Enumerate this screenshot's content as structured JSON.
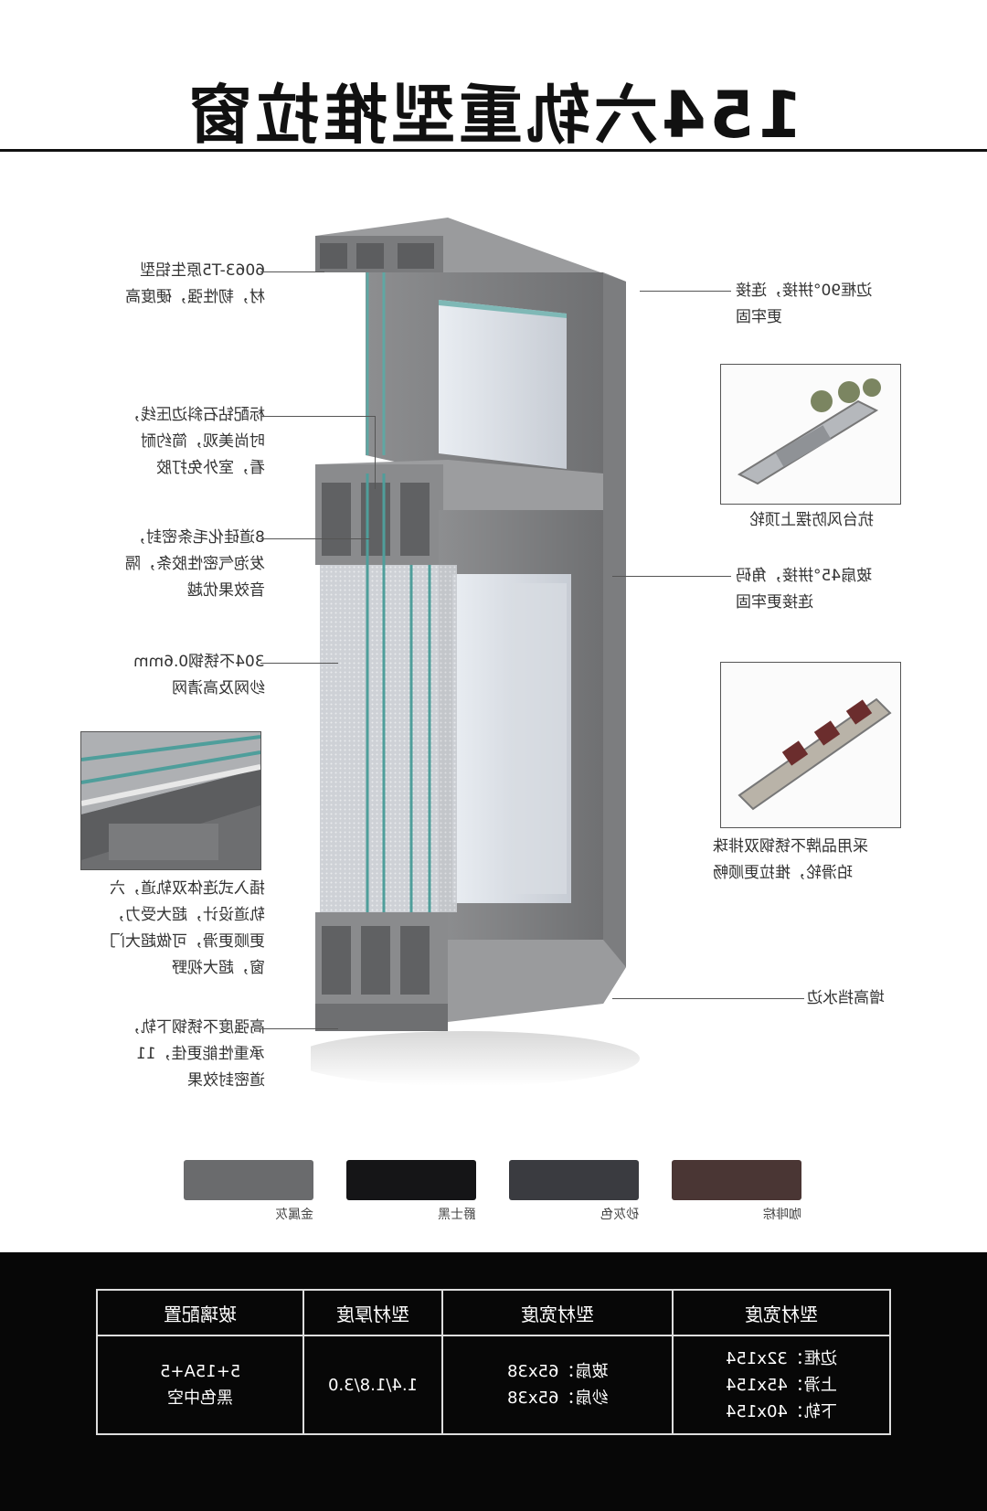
{
  "title": "154六轨重型推拉窗",
  "callouts_left": [
    {
      "lines": [
        "6063-T5原生铝型",
        "材，韧性强，硬度高"
      ]
    },
    {
      "lines": [
        "标配钻石斜边压线，",
        "时尚美观，简约耐",
        "看，室外免打胶"
      ]
    },
    {
      "lines": [
        "8道硅化毛条密封，",
        "发泡气密性胶条，隔",
        "音效果优越"
      ]
    },
    {
      "lines": [
        "304不锈钢0.6mm",
        "纱网及高清网"
      ]
    },
    {
      "lines": [
        "插入式连体双轨道，六",
        "轨道设计，超大受力，",
        "更顺更滑，可做超大门",
        "窗，超大视野"
      ]
    },
    {
      "lines": [
        "高强度不锈钢下轨，",
        "承重性能更佳，11",
        "道密封效果"
      ]
    }
  ],
  "callouts_right": [
    {
      "lines": [
        "边框90°拼接，连接",
        "更牢固"
      ]
    },
    {
      "lines": [
        "抗台风防摆上顶轮"
      ]
    },
    {
      "lines": [
        "玻扇45°拼接，角码",
        "连接更牢固"
      ]
    },
    {
      "lines": [
        "采用品牌不锈钢双排珠",
        "珀滑轮，推拉更顺畅"
      ]
    },
    {
      "lines": [
        "增高挡水边"
      ]
    }
  ],
  "swatches": [
    {
      "name": "金属灰",
      "color": "#6a6b6d"
    },
    {
      "name": "爵士黑",
      "color": "#151517"
    },
    {
      "name": "砂灰色",
      "color": "#3a3b40"
    },
    {
      "name": "咖啡棕",
      "color": "#4a3634"
    }
  ],
  "spec_table": {
    "headers": [
      "玻璃配置",
      "型材厚度",
      "型材宽度",
      "型材宽度"
    ],
    "cells": [
      [
        "5+15A+5",
        "黑色中空"
      ],
      [
        "1.4/1.8/3.0"
      ],
      [
        "玻扇：65x38",
        "纱扇：65x38"
      ],
      [
        "边框：32x154",
        "上滑：45x154",
        "下轨：40x154"
      ]
    ]
  },
  "icons": {
    "window": "window-cross-section-illustration",
    "roller_top": "top-roller-photo",
    "roller_bottom": "bottom-pulley-photo",
    "rail": "double-rail-detail-photo"
  }
}
